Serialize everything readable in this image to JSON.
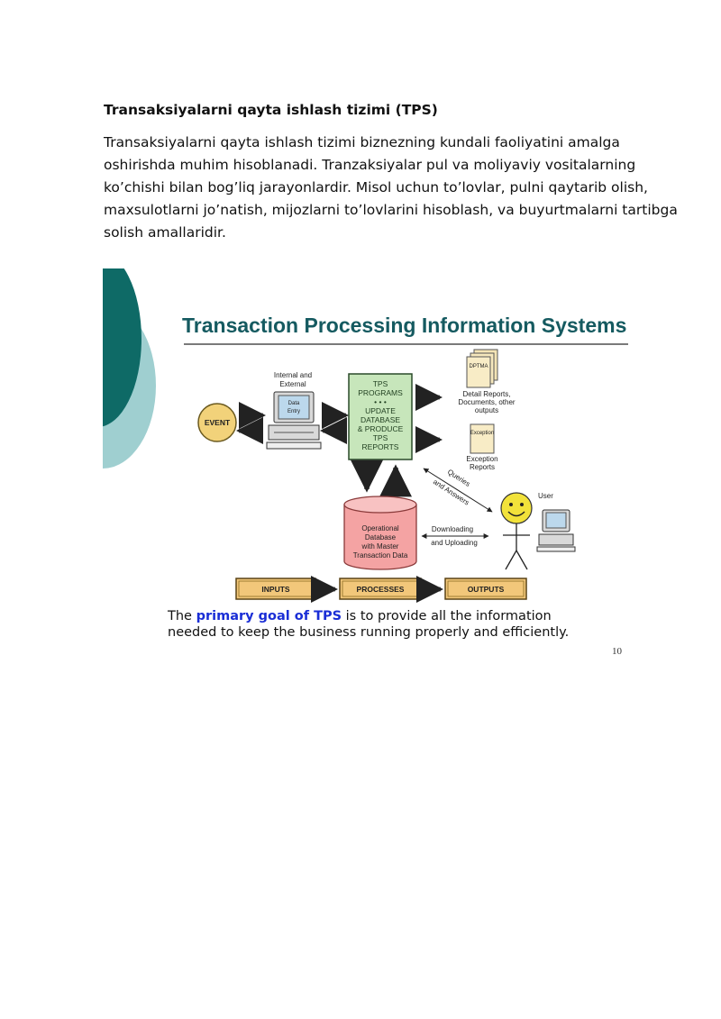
{
  "section": {
    "heading": "Transaksiyalarni qayta ishlash tizimi (TPS)",
    "paragraph_lines": [
      "Transaksiyalarni qayta ishlash tizimi biznezning kundali faoliyatini amalga",
      "oshirishda muhim hisoblanadi. Tranzaksiyalar pul va moliyaviy vositalarning",
      "ko’chishi bilan bog’liq jarayonlardir. Misol uchun to’lovlar, pulni qaytarib olish,",
      "maxsulotlarni jo’natish, mijozlarni to’lovlarini hisoblash, va buyurtmalarni tartibga",
      "solish amallaridir."
    ]
  },
  "slide": {
    "title": "Transaction Processing Information Systems",
    "event": "EVENT",
    "data_entry": {
      "caption_1": "Internal and",
      "caption_2": "External",
      "screen_1": "Data",
      "screen_2": "Entry"
    },
    "tps_box": [
      "TPS",
      "PROGRAMS",
      "• • •",
      "UPDATE",
      "DATABASE",
      "& PRODUCE",
      "TPS",
      "REPORTS"
    ],
    "detail_reports": {
      "doc_label": "DPTMA",
      "lines": [
        "Detail Reports,",
        "Documents, other",
        "outputs"
      ]
    },
    "exception_reports": {
      "doc_label": "Exception",
      "lines": [
        "Exception",
        "Reports"
      ]
    },
    "database": [
      "Operational",
      "Database",
      "with Master",
      "Transaction Data"
    ],
    "queries_1": "Queries",
    "queries_2": "and Answers",
    "downloading_1": "Downloading",
    "downloading_2": "and Uploading",
    "user": "User",
    "pipeline": [
      "INPUTS",
      "PROCESSES",
      "OUTPUTS"
    ],
    "footer": {
      "pre": "The ",
      "emphasis": "primary goal of TPS",
      "post": " is to provide all the information",
      "line2": "needed to keep the business running properly and efficiently."
    },
    "slide_number": "10"
  },
  "colors": {
    "title": "#155a60",
    "accent_dark": "#0e6a66",
    "accent_light": "#9fcfd0",
    "emphasis_blue": "#1a2ed6",
    "tps_fill": "#c7e6bb",
    "pipeline_fill": "#f2c77a",
    "db_fill": "#f4a3a3",
    "event_fill": "#f2d27a"
  }
}
